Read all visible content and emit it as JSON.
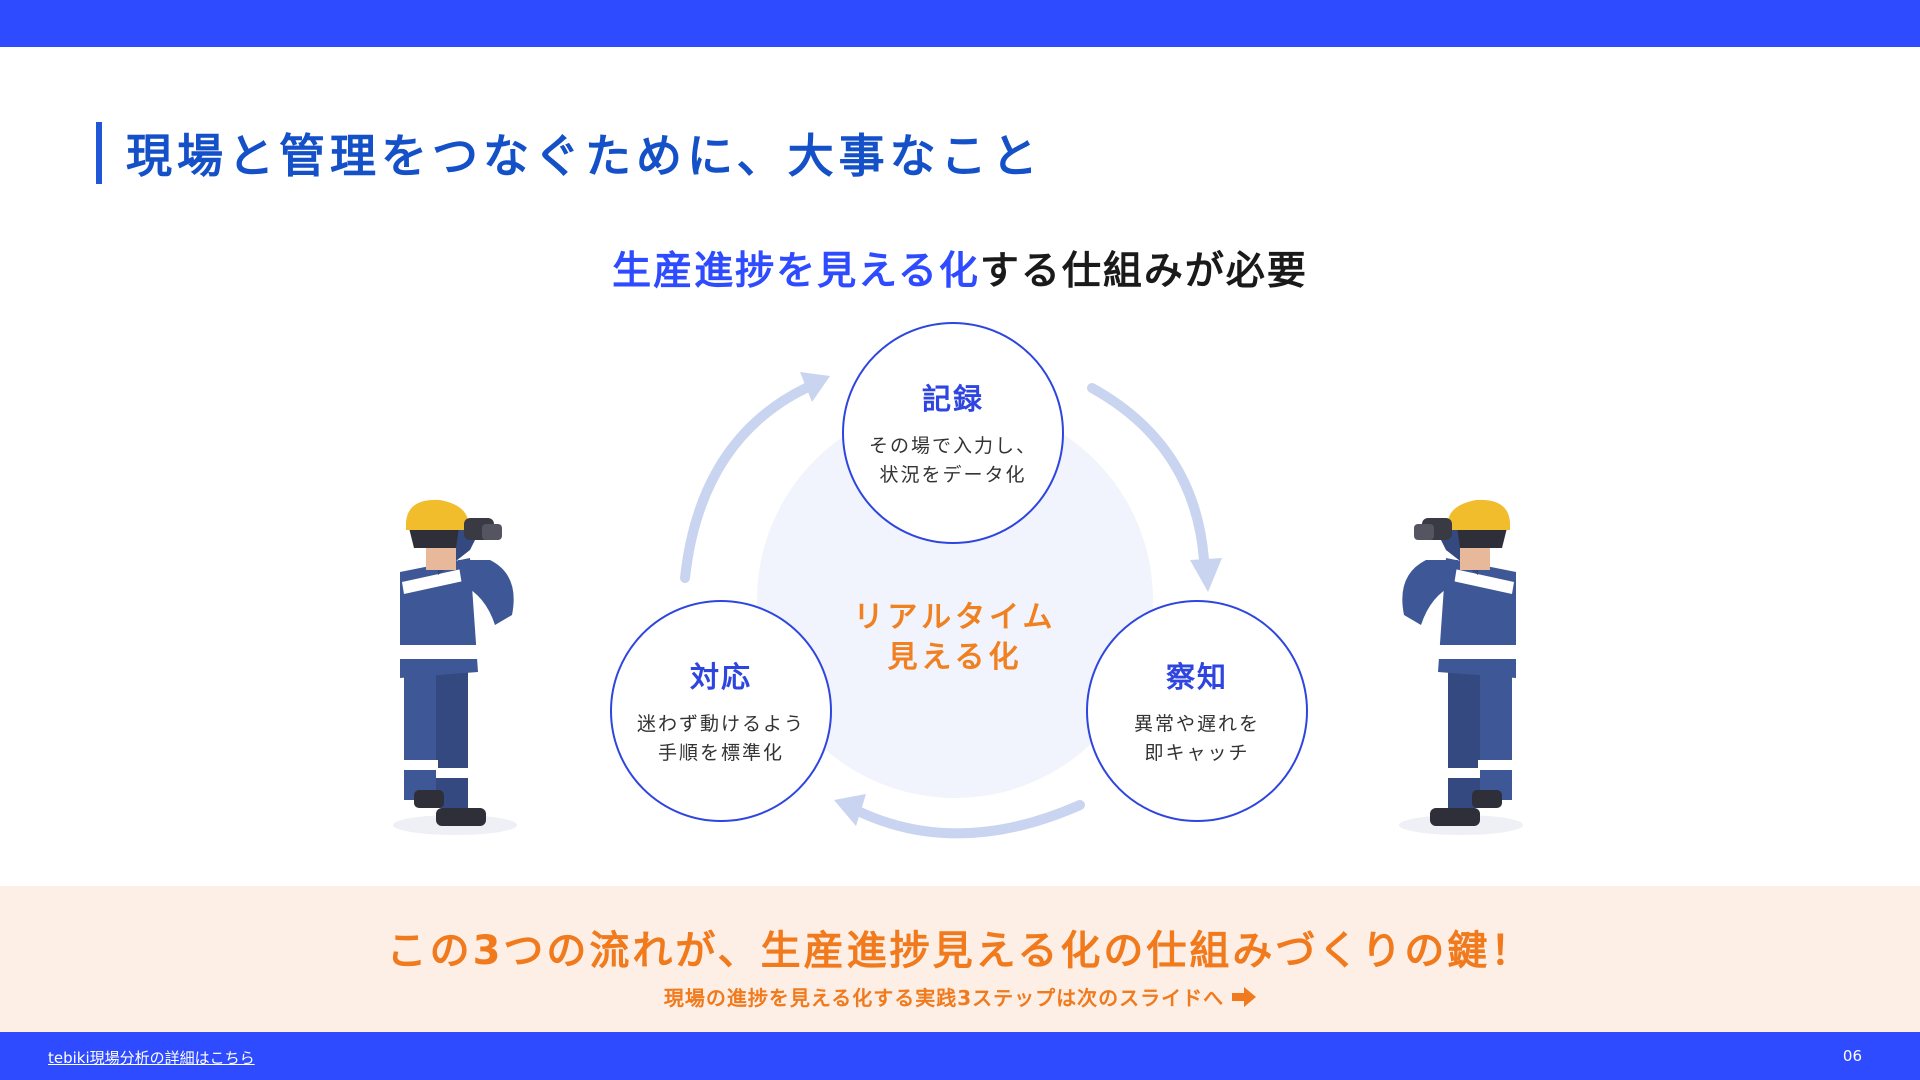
{
  "header": {
    "title": "現場と管理をつなぐために、大事なこと"
  },
  "subtitle": {
    "highlight": "生産進捗を見える化",
    "rest": "する仕組みが必要"
  },
  "cycle": {
    "center_lines": [
      "リアルタイム",
      "見える化"
    ],
    "nodes": [
      {
        "title": "記録",
        "lines": [
          "その場で入力し、",
          "状況をデータ化"
        ]
      },
      {
        "title": "察知",
        "lines": [
          "異常や遅れを",
          "即キャッチ"
        ]
      },
      {
        "title": "対応",
        "lines": [
          "迷わず動けるよう",
          "手順を標準化"
        ]
      }
    ]
  },
  "bottom": {
    "message": "この3つの流れが、生産進捗見える化の仕組みづくりの鍵！",
    "next": "現場の進捗を見える化する実践3ステップは次のスライドへ",
    "next_icon": "arrow-right-icon"
  },
  "footer": {
    "link": "tebiki現場分析の詳細はこちら",
    "page": "06"
  },
  "illustrations": {
    "left": "worker-with-binoculars",
    "right": "worker-with-binoculars"
  },
  "colors": {
    "brand_blue": "#2e4bff",
    "title_blue": "#1450c8",
    "accent_orange": "#f07a1c",
    "band_peach": "#fdeee6",
    "arrow_light": "#c9d4f0"
  }
}
